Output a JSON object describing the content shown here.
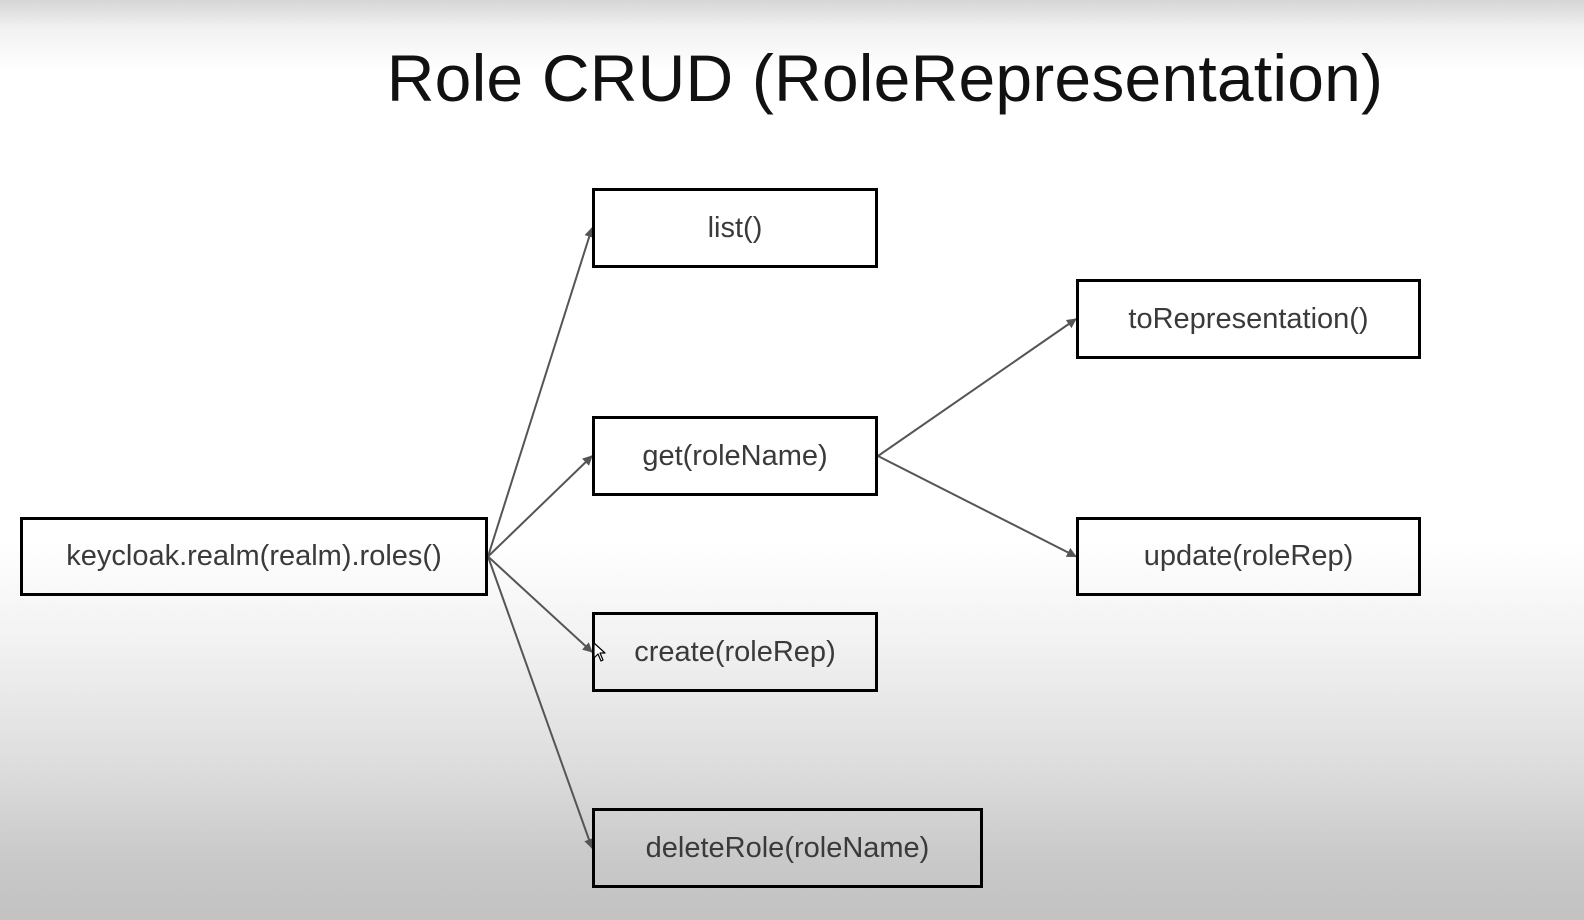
{
  "title": "Role CRUD (RoleRepresentation)",
  "nodes": {
    "root": "keycloak.realm(realm).roles()",
    "list": "list()",
    "get": "get(roleName)",
    "create": "create(roleRep)",
    "delete": "deleteRole(roleName)",
    "to_representation": "toRepresentation()",
    "update": "update(roleRep)"
  },
  "edges": [
    {
      "from": "root",
      "to": "list"
    },
    {
      "from": "root",
      "to": "get"
    },
    {
      "from": "root",
      "to": "create"
    },
    {
      "from": "root",
      "to": "delete"
    },
    {
      "from": "get",
      "to": "to_representation"
    },
    {
      "from": "get",
      "to": "update"
    }
  ],
  "colors": {
    "edge": "#555555",
    "box_border": "#000000",
    "text": "#3a3a3a"
  }
}
